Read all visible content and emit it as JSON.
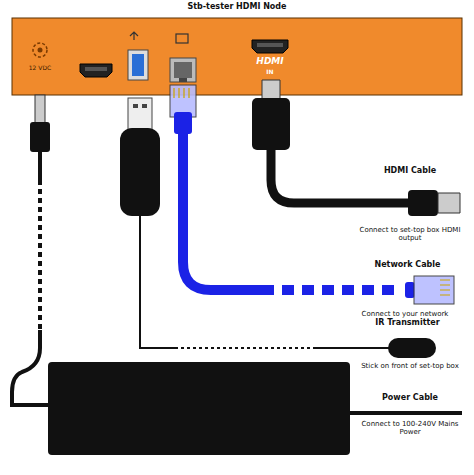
{
  "diagram": {
    "nodes": [
      {
        "text": [
          "Stb-tester HDMI Node"
        ]
      }
    ],
    "labels": [
      "12 VDC",
      "HDMI",
      "IN",
      "HDMI Cable",
      "Connect to set-top box HDMI output",
      "Network Cable",
      "Connect to your network",
      "IR Transmitter",
      "Stick on front of set-top box",
      "Power Cable",
      "Connect to 100-240V Mains Power"
    ]
  }
}
